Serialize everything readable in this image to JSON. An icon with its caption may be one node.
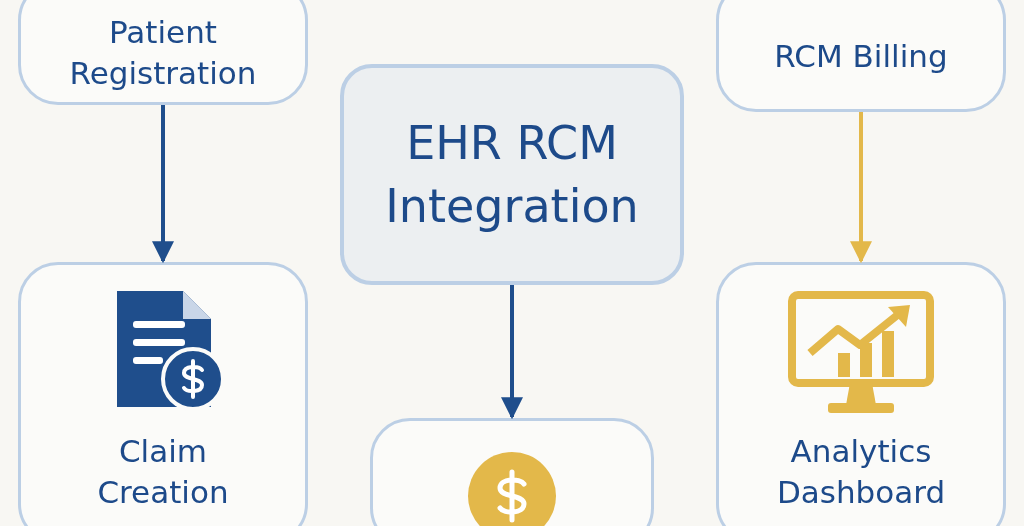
{
  "diagram": {
    "nodes": [
      {
        "text": [
          "Patient Registration"
        ]
      },
      {
        "text": [
          "RCM Billing"
        ]
      },
      {
        "text": [
          "EHR RCM Integration"
        ]
      },
      {
        "text": [
          "Claim Creation"
        ]
      },
      {
        "text": [
          "Analytics Dashboard"
        ]
      },
      {
        "text": [],
        "shape": "box"
      }
    ],
    "edges": [
      {
        "from": 0,
        "to": 3,
        "arrow": "to"
      },
      {
        "from": 1,
        "to": 4,
        "arrow": "to",
        "color": "#e3b84a"
      },
      {
        "from": 2,
        "to": 5,
        "arrow": "to"
      }
    ]
  }
}
